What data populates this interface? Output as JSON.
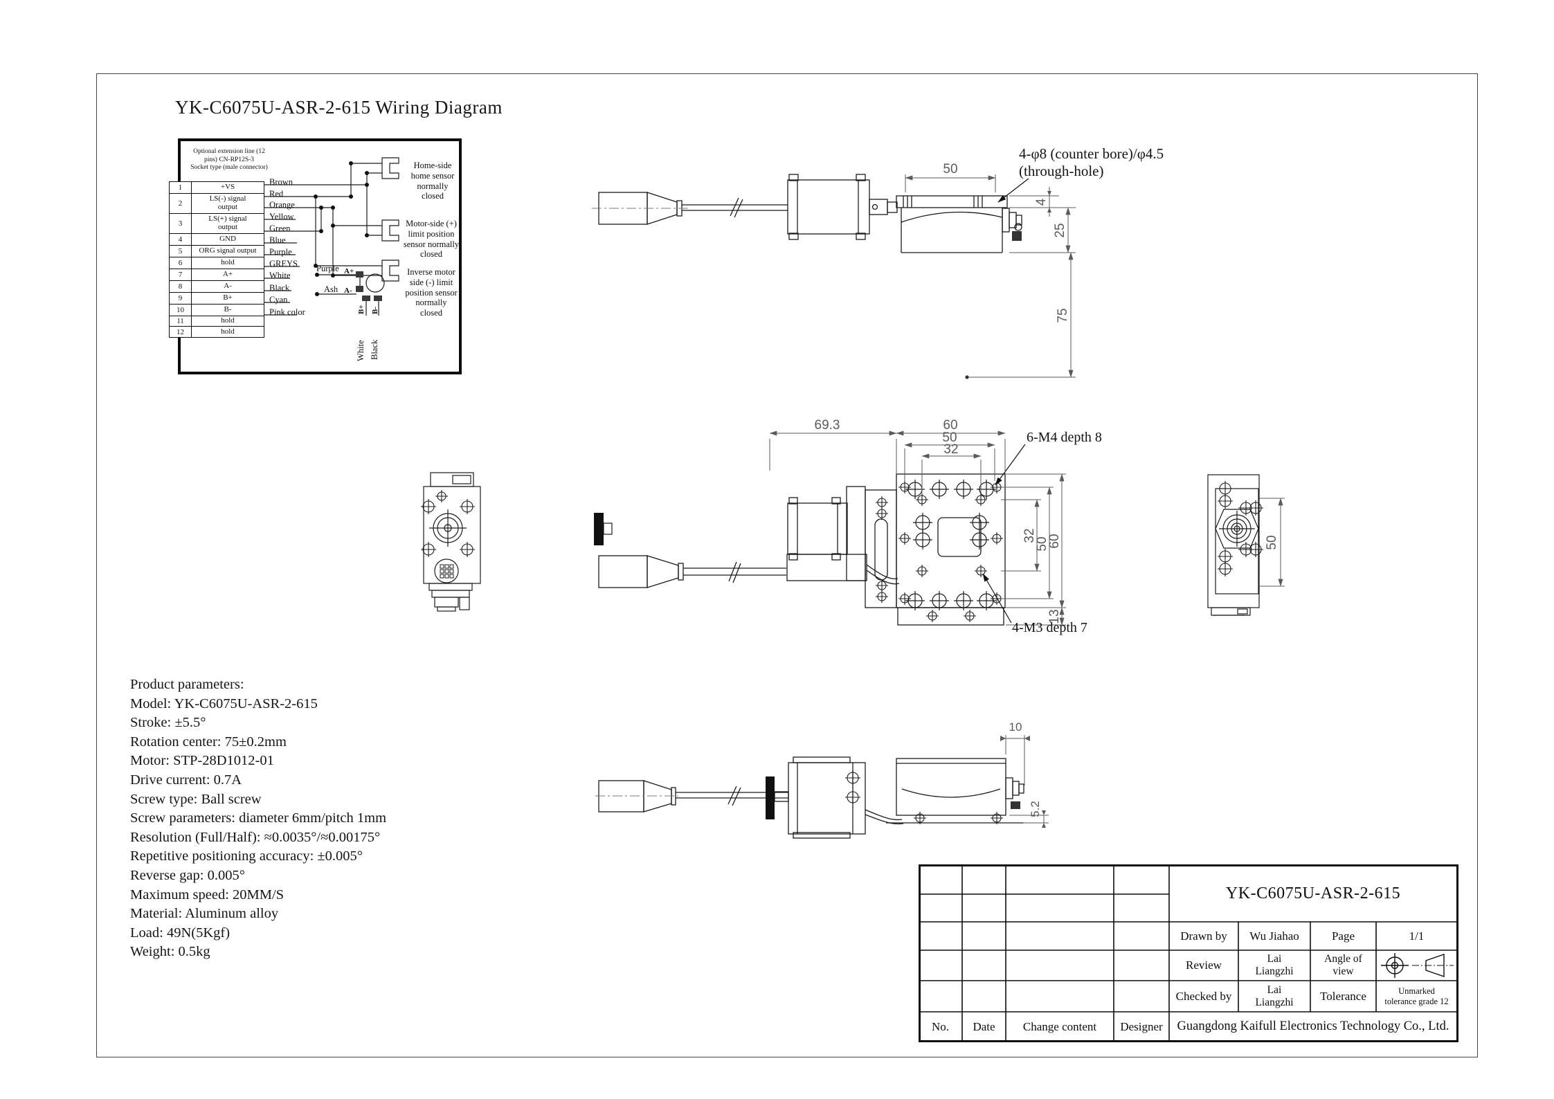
{
  "page": {
    "title": "YK-C6075U-ASR-2-615 Wiring Diagram"
  },
  "wiring": {
    "note": "Optional extension line (12\npins) CN-RP12S-3\nSocket type (male connector)",
    "pins": [
      {
        "no": "1",
        "label": "+VS"
      },
      {
        "no": "2",
        "label": "LS(-) signal\noutput"
      },
      {
        "no": "3",
        "label": "LS(+) signal\noutput"
      },
      {
        "no": "4",
        "label": "GND"
      },
      {
        "no": "5",
        "label": "ORG signal output"
      },
      {
        "no": "6",
        "label": "hold"
      },
      {
        "no": "7",
        "label": "A+"
      },
      {
        "no": "8",
        "label": "A-"
      },
      {
        "no": "9",
        "label": "B+"
      },
      {
        "no": "10",
        "label": "B-"
      },
      {
        "no": "11",
        "label": "hold"
      },
      {
        "no": "12",
        "label": "hold"
      }
    ],
    "wire_colors": [
      "Brown",
      "Red",
      "Orange",
      "Yellow",
      "Green",
      "Blue",
      "Purple",
      "GREYS",
      "White",
      "Black",
      "Cyan",
      "Pink color"
    ],
    "sensors": [
      "Home-side\nhome sensor\nnormally\nclosed",
      "Motor-side (+)\nlimit position\nsensor normally\nclosed",
      "Inverse motor\nside (-) limit\nposition sensor\nnormally\nclosed"
    ],
    "motor_leads": {
      "a_plus_color": "Purple",
      "a_plus": "A+",
      "a_minus_color": "Ash",
      "a_minus": "A-",
      "b_plus_color": "White",
      "b_plus": "B+",
      "b_minus_color": "Black",
      "b_minus": "B-"
    }
  },
  "views": {
    "side": {
      "dim_width": "50",
      "hole_note": "4-φ8 (counter bore)/φ4.5\n(through-hole)",
      "dim_plate": "4",
      "dim_body": "25",
      "dim_center": "75"
    },
    "front": {
      "dim_overall": "69.3",
      "dim_top_60": "60",
      "dim_top_50": "50",
      "dim_top_32": "32",
      "label_top_holes": "6-M4 depth 8",
      "label_bottom_holes": "4-M3 depth 7",
      "dim_right_32": "32",
      "dim_right_50": "50",
      "dim_right_60": "60",
      "dim_bottom_13": "13"
    },
    "right_end": {
      "dim_height": "50"
    },
    "bottom": {
      "dim_10": "10",
      "dim_5_2": "5.2"
    }
  },
  "parameters": {
    "lines": [
      "Product parameters:",
      "Model: YK-C6075U-ASR-2-615",
      "Stroke: ±5.5°",
      "Rotation center: 75±0.2mm",
      "Motor: STP-28D1012-01",
      "Drive current: 0.7A",
      "Screw type: Ball screw",
      "Screw parameters: diameter 6mm/pitch 1mm",
      "Resolution (Full/Half): ≈0.0035°/≈0.00175°",
      "Repetitive positioning accuracy: ±0.005°",
      "Reverse gap: 0.005°",
      "Maximum speed: 20MM/S",
      "Material: Aluminum alloy",
      "Load: 49N(5Kgf)",
      "Weight: 0.5kg"
    ]
  },
  "title_block": {
    "drawing_title": "YK-C6075U-ASR-2-615",
    "drawn_by_label": "Drawn by",
    "drawn_by": "Wu Jiahao",
    "page_label": "Page",
    "page": "1/1",
    "review_label": "Review",
    "review": "Lai\nLiangzhi",
    "angle_label": "Angle of\nview",
    "checked_label": "Checked by",
    "checked": "Lai\nLiangzhi",
    "tolerance_label": "Tolerance",
    "tolerance": "Unmarked\ntolerance grade 12",
    "no_label": "No.",
    "date_label": "Date",
    "change_label": "Change content",
    "designer_label": "Designer",
    "company": "Guangdong Kaifull Electronics Technology Co., Ltd."
  }
}
